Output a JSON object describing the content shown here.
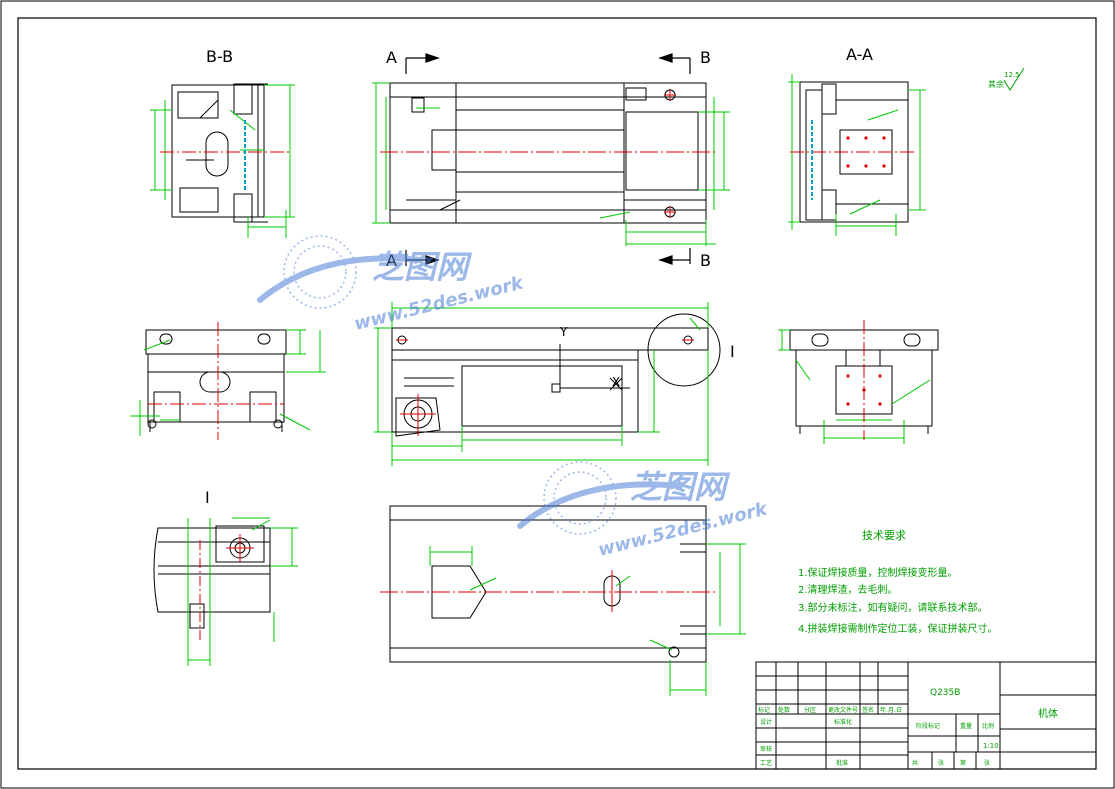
{
  "views": {
    "bb_title": "B-B",
    "aa_title": "A-A",
    "a_top": "A",
    "b_top": "B",
    "a_bottom": "A",
    "b_bottom": "B",
    "detail_mark": "I",
    "detail_title": "I",
    "y_axis": "Y",
    "x_axis": "X"
  },
  "roughness": {
    "value": "12.5",
    "label": "其余"
  },
  "watermark": {
    "brand": "芝图网",
    "url": "www.52des.work"
  },
  "tech": {
    "title": "技术要求",
    "items": [
      "1.保证焊接质量，控制焊接变形量。",
      "2.清理焊渣，去毛刺。",
      "3.部分未标注，如有疑问，请联系技术部。",
      "4.拼装焊接需制作定位工装，保证拼装尺寸。"
    ]
  },
  "titleblock": {
    "material": "Q235B",
    "part_name": "机体",
    "scale": "1:10",
    "headers": [
      "标记",
      "处数",
      "分区",
      "更改文件号",
      "签名",
      "年.月.日"
    ],
    "design": "设计",
    "standard": "标准化",
    "review": "审核",
    "process": "工艺",
    "approve": "批准",
    "stage_mark": "阶段标记",
    "weight": "重量",
    "scale_label": "比例",
    "total": "共",
    "sheet": "张",
    "page_no": "第",
    "sheet2": "张"
  },
  "colors": {
    "outline": "#000000",
    "dimension": "#00c800",
    "centerline": "#e00000",
    "hatch": "#00a0c8",
    "watermark": "#4a7fd6"
  }
}
